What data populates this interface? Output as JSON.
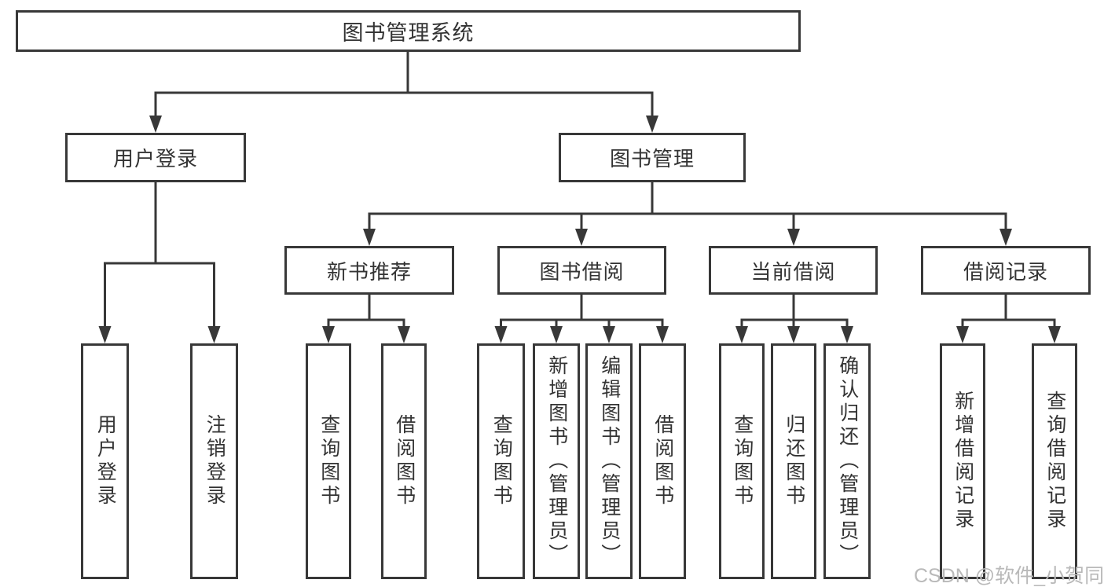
{
  "tree": {
    "label": "图书管理系统",
    "children": [
      {
        "label": "用户登录",
        "children": [
          {
            "label": "用户登录"
          },
          {
            "label": "注销登录"
          }
        ]
      },
      {
        "label": "图书管理",
        "children": [
          {
            "label": "新书推荐",
            "children": [
              {
                "label": "查询图书"
              },
              {
                "label": "借阅图书"
              }
            ]
          },
          {
            "label": "图书借阅",
            "children": [
              {
                "label": "查询图书"
              },
              {
                "label": "新增图书（管理员）"
              },
              {
                "label": "编辑图书（管理员）"
              },
              {
                "label": "借阅图书"
              }
            ]
          },
          {
            "label": "当前借阅",
            "children": [
              {
                "label": "查询图书"
              },
              {
                "label": "归还图书"
              },
              {
                "label": "确认归还（管理员）"
              }
            ]
          },
          {
            "label": "借阅记录",
            "children": [
              {
                "label": "新增借阅记录"
              },
              {
                "label": "查询借阅记录"
              }
            ]
          }
        ]
      }
    ]
  },
  "watermark": "CSDN @软件_小贺同学",
  "colors": {
    "line": "#383838",
    "text": "#333333",
    "watermark": "#b9b9b9",
    "bg": "#ffffff"
  }
}
